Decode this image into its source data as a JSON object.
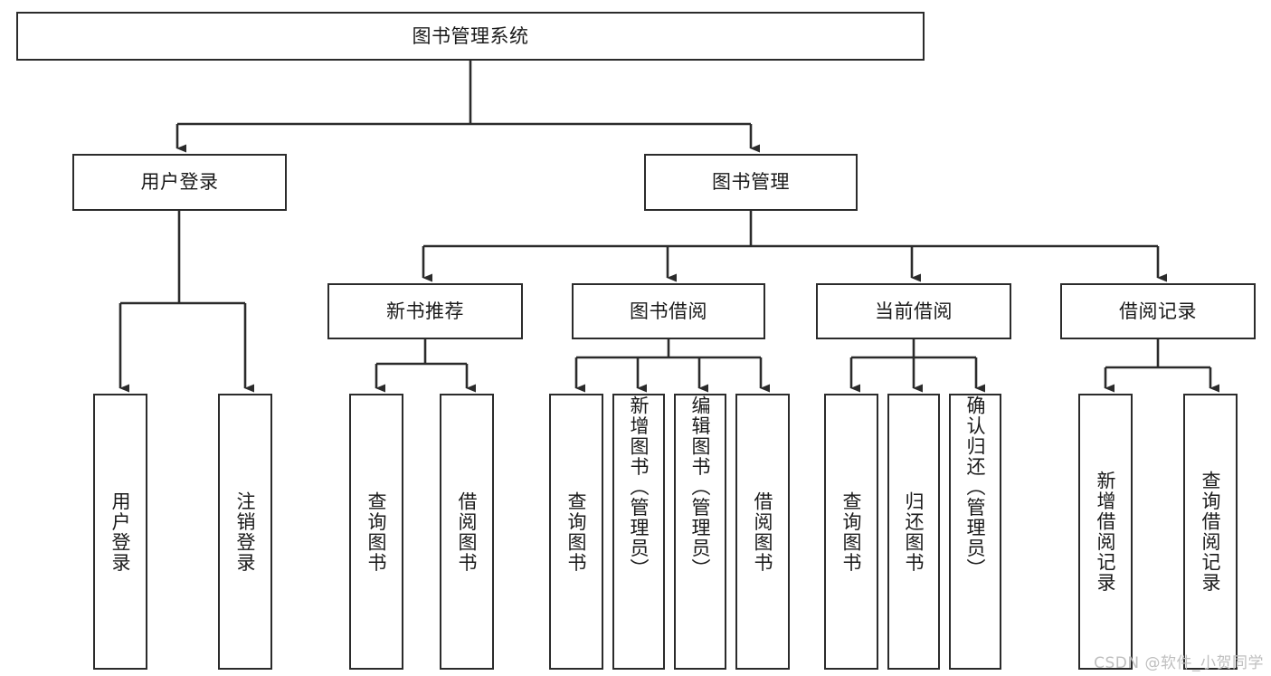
{
  "diagram": {
    "title": "图书管理系统",
    "root": {
      "label": "图书管理系统"
    },
    "level2": [
      {
        "label": "用户登录"
      },
      {
        "label": "图书管理"
      }
    ],
    "level3": [
      {
        "label": "新书推荐"
      },
      {
        "label": "图书借阅"
      },
      {
        "label": "当前借阅"
      },
      {
        "label": "借阅记录"
      }
    ],
    "leaves": {
      "user_login": [
        {
          "label": "用户登录"
        },
        {
          "label": "注销登录"
        }
      ],
      "new_book_recommend": [
        {
          "label": "查询图书"
        },
        {
          "label": "借阅图书"
        }
      ],
      "book_borrow": [
        {
          "label": "查询图书"
        },
        {
          "label": "新增图书（管理员）"
        },
        {
          "label": "编辑图书（管理员）"
        },
        {
          "label": "借阅图书"
        }
      ],
      "current_borrow": [
        {
          "label": "查询图书"
        },
        {
          "label": "归还图书"
        },
        {
          "label": "确认归还（管理员）"
        }
      ],
      "borrow_record": [
        {
          "label": "新增借阅记录"
        },
        {
          "label": "查询借阅记录"
        }
      ]
    },
    "colors": {
      "stroke": "#2b2b2b",
      "fill": "#ffffff",
      "text": "#1a1a1a",
      "watermark": "#bfbfbf"
    }
  },
  "watermark": {
    "text": "CSDN @软件_小贺同学"
  }
}
